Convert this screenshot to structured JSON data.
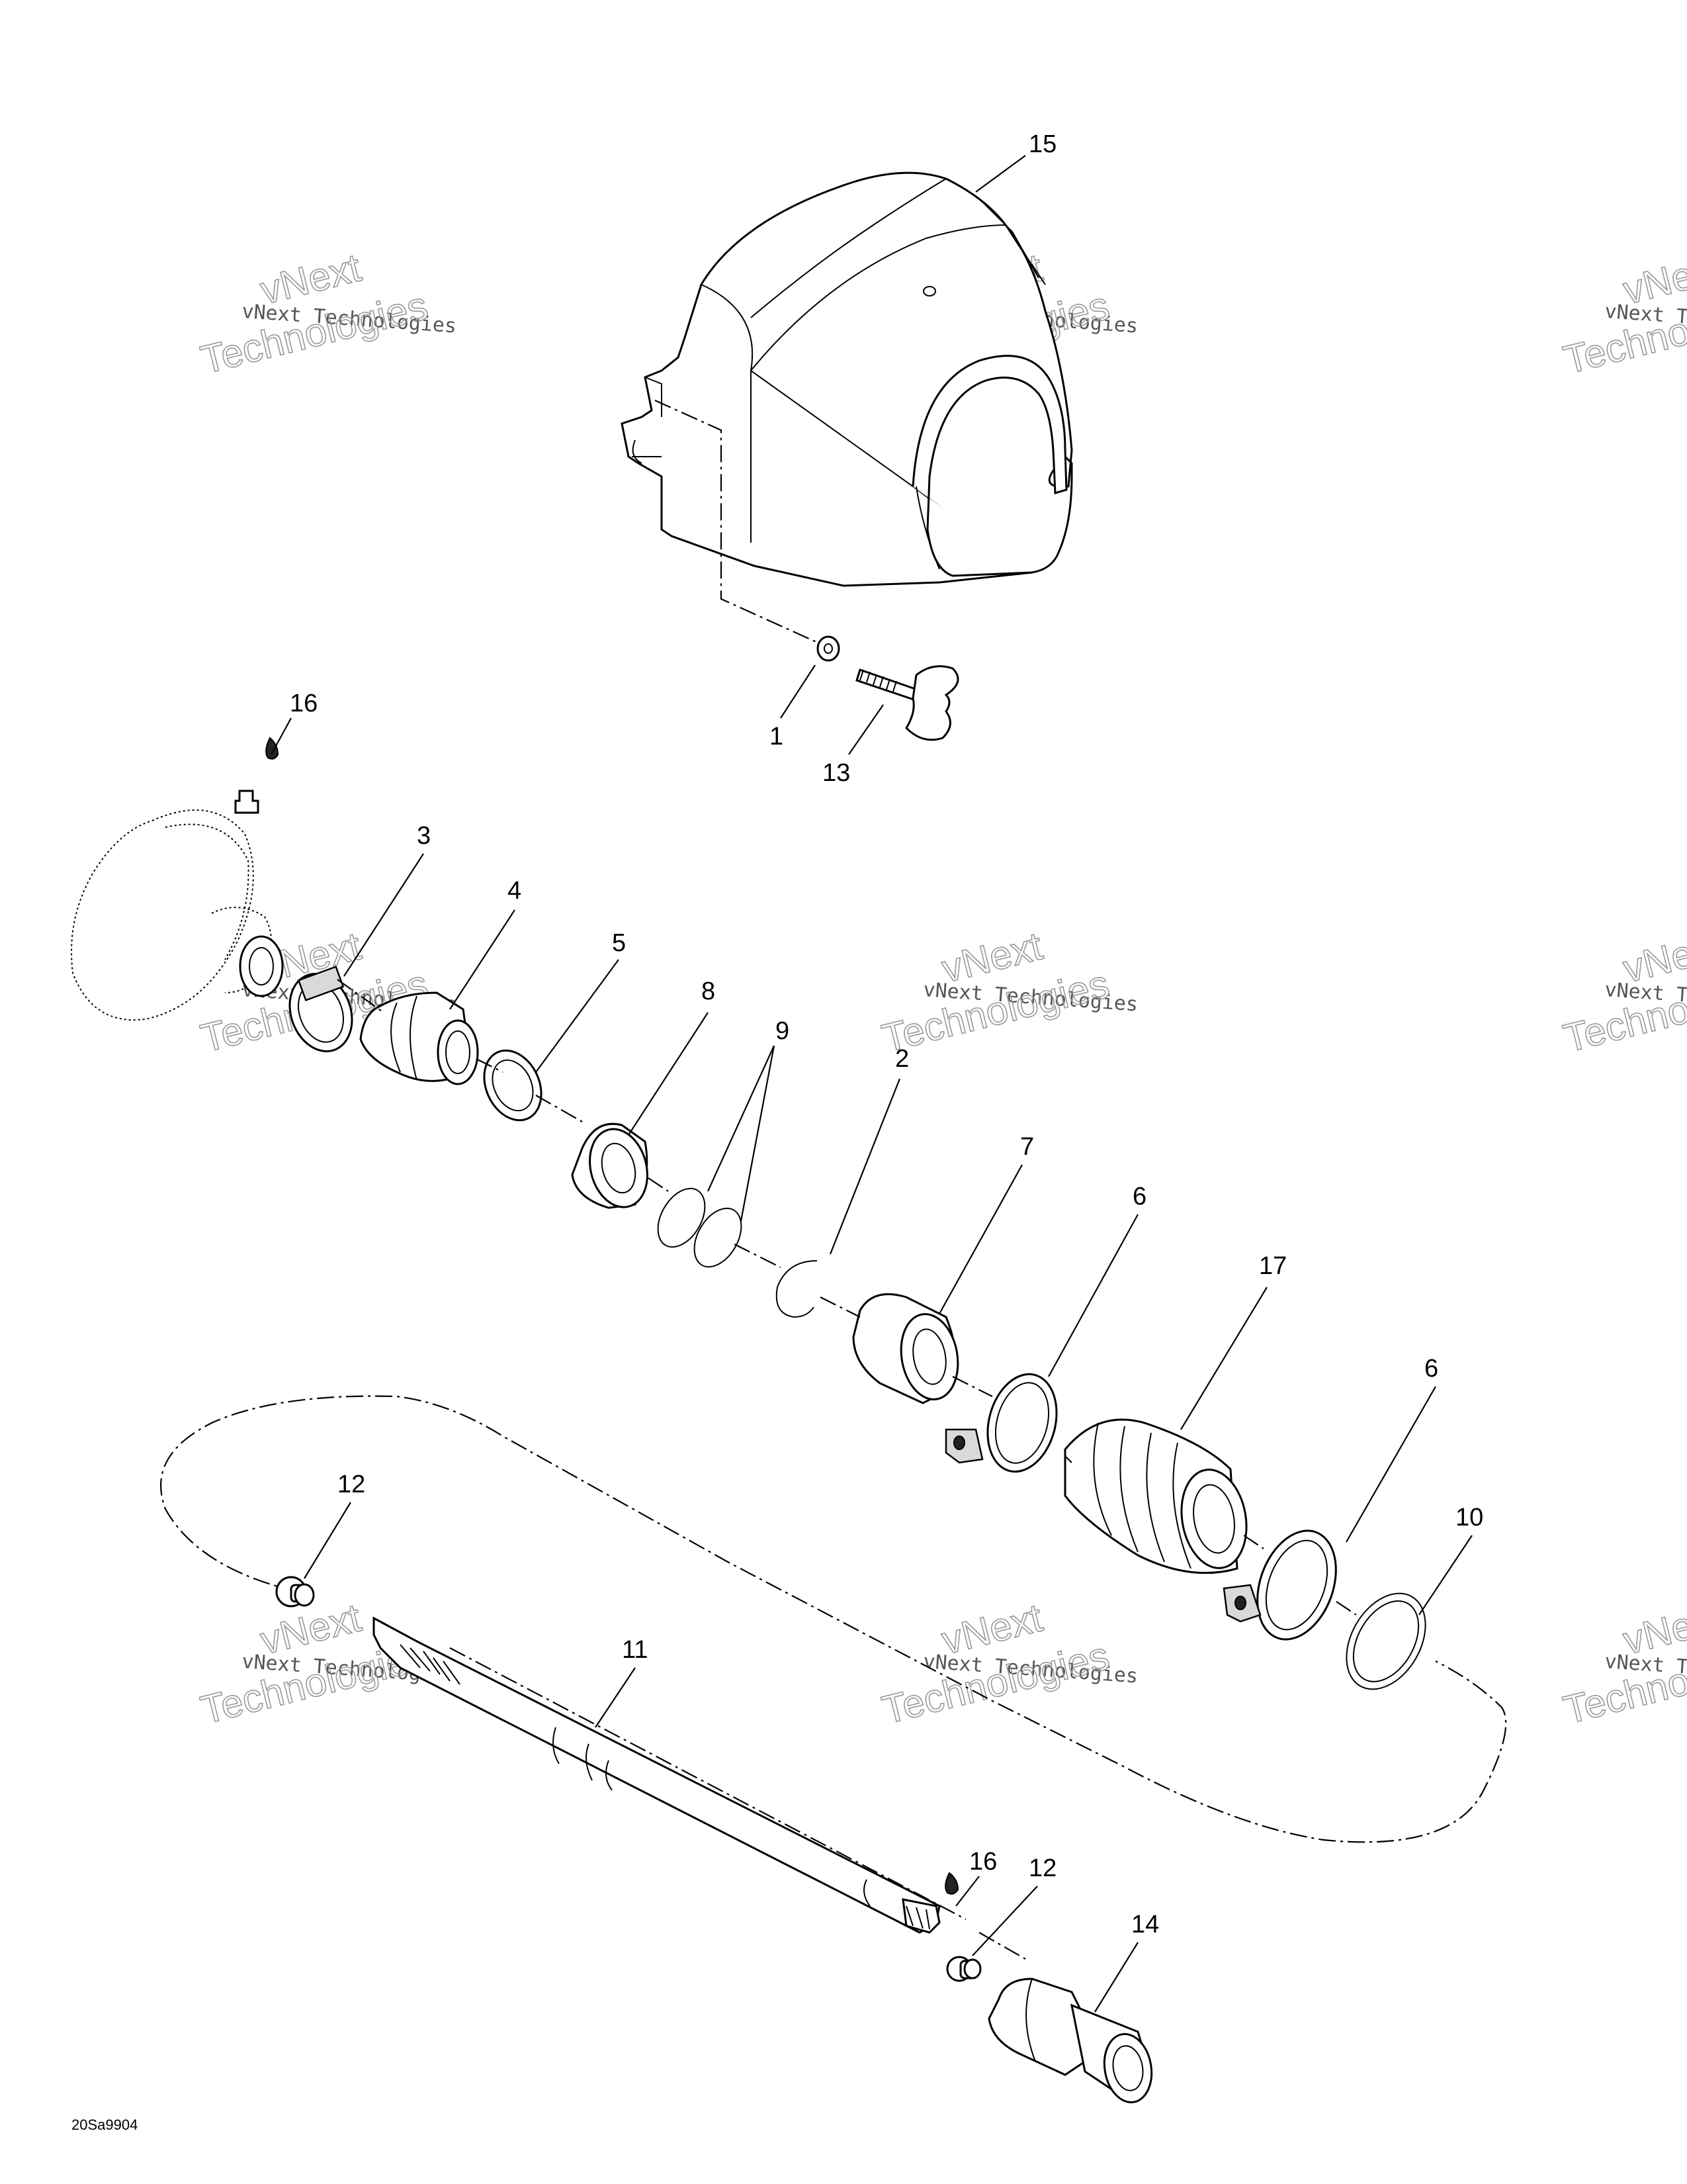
{
  "diagram": {
    "drawing_code": "20Sa9904",
    "watermark": {
      "line1": "vNext",
      "line2": "vNext Technologies",
      "line3": "Technologies"
    },
    "callouts": {
      "c15": "15",
      "c1": "1",
      "c13": "13",
      "c16a": "16",
      "c3": "3",
      "c4": "4",
      "c5": "5",
      "c8": "8",
      "c9": "9",
      "c2": "2",
      "c7": "7",
      "c6a": "6",
      "c17": "17",
      "c6b": "6",
      "c10": "10",
      "c12a": "12",
      "c11": "11",
      "c16b": "16",
      "c12b": "12",
      "c14": "14"
    }
  }
}
